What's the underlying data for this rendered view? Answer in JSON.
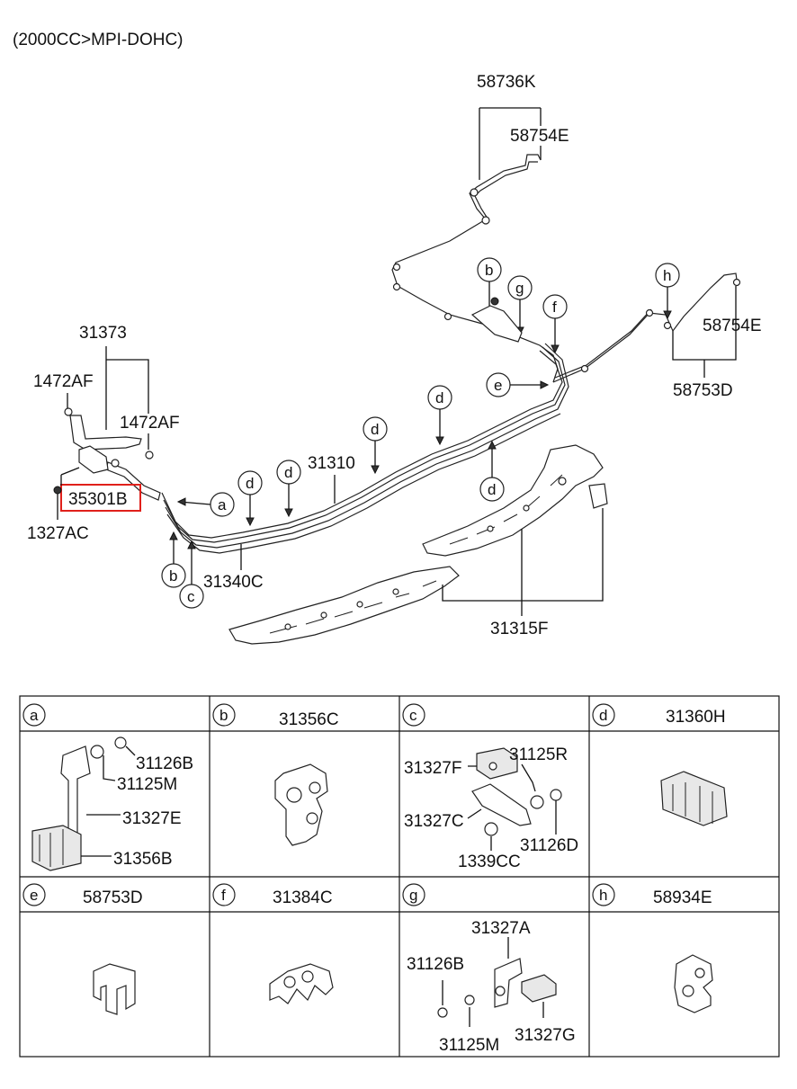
{
  "header": {
    "title": "(2000CC>MPI-DOHC)"
  },
  "colors": {
    "highlight": "#e0201b",
    "ink": "#111111"
  },
  "callouts": {
    "p58736K": "58736K",
    "p58754E_top": "58754E",
    "p58754E_right": "58754E",
    "p58753D": "58753D",
    "p31373": "31373",
    "p1472AF_left": "1472AF",
    "p1472AF_right": "1472AF",
    "p35301B": "35301B",
    "p1327AC": "1327AC",
    "p31310": "31310",
    "p31340C": "31340C",
    "p31315F": "31315F"
  },
  "markers": {
    "a": "a",
    "b": "b",
    "c": "c",
    "d": "d",
    "e": "e",
    "f": "f",
    "g": "g",
    "h": "h"
  },
  "table": {
    "cells": [
      {
        "key": "a",
        "title": "",
        "parts": [
          "31126B",
          "31125M",
          "31327E",
          "31356B"
        ]
      },
      {
        "key": "b",
        "title": "31356C",
        "parts": []
      },
      {
        "key": "c",
        "title": "",
        "parts": [
          "31327F",
          "31125R",
          "31327C",
          "31126D",
          "1339CC"
        ]
      },
      {
        "key": "d",
        "title": "31360H",
        "parts": []
      },
      {
        "key": "e",
        "title": "58753D",
        "parts": []
      },
      {
        "key": "f",
        "title": "31384C",
        "parts": []
      },
      {
        "key": "g",
        "title": "",
        "parts": [
          "31327A",
          "31126B",
          "31125M",
          "31327G"
        ]
      },
      {
        "key": "h",
        "title": "58934E",
        "parts": []
      }
    ]
  }
}
